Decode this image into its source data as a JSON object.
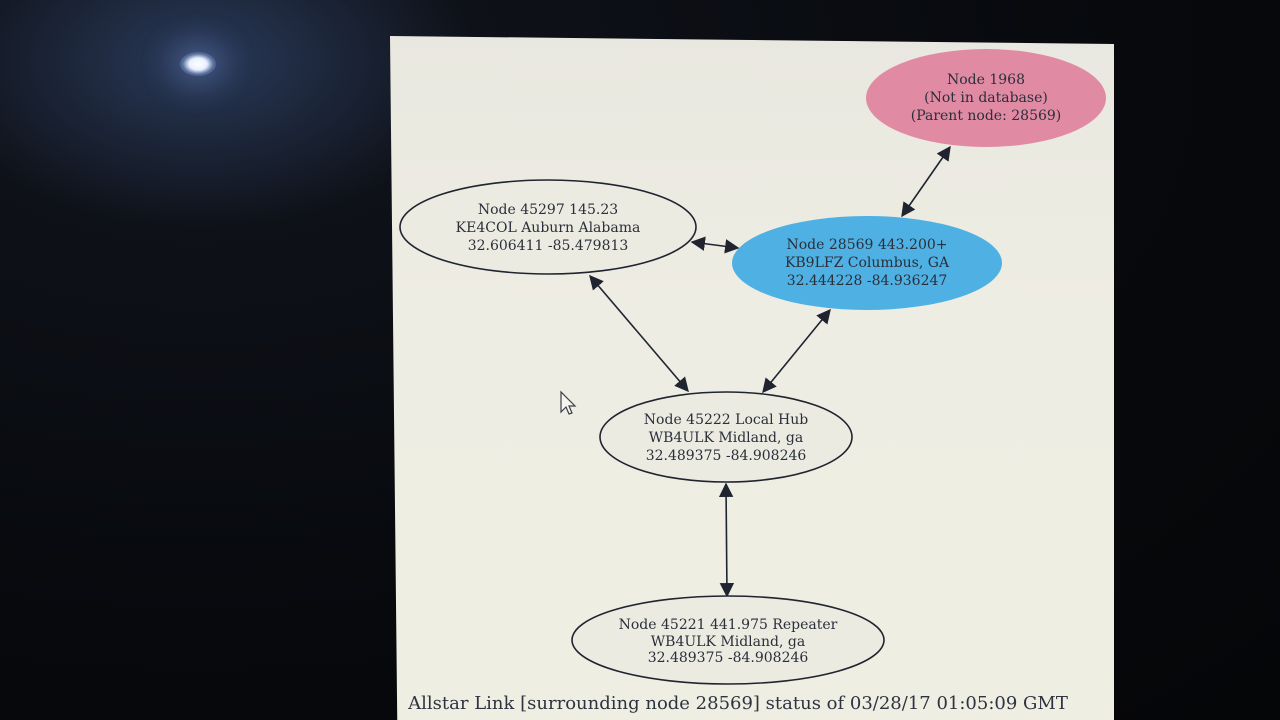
{
  "nodes": {
    "node_1968": {
      "line1": "Node 1968",
      "line2": "(Not in database)",
      "line3": "(Parent node: 28569)",
      "fill": "#e18aa3"
    },
    "node_45297": {
      "line1": "Node 45297 145.23",
      "line2": "KE4COL Auburn Alabama",
      "line3": "32.606411 -85.479813",
      "fill": "#ecebe1"
    },
    "node_28569": {
      "line1": "Node 28569 443.200+",
      "line2": "KB9LFZ Columbus, GA",
      "line3": "32.444228 -84.936247",
      "fill": "#4fb1e3"
    },
    "node_45222": {
      "line1": "Node 45222 Local Hub",
      "line2": "WB4ULK Midland, ga",
      "line3": "32.489375 -84.908246",
      "fill": "#ecebe1"
    },
    "node_45221": {
      "line1": "Node 45221 441.975 Repeater",
      "line2": "WB4ULK Midland, ga",
      "line3": "32.489375 -84.908246",
      "fill": "#ecebe1"
    }
  },
  "edges": [
    {
      "from": "node_28569",
      "to": "node_1968"
    },
    {
      "from": "node_45297",
      "to": "node_28569"
    },
    {
      "from": "node_45297",
      "to": "node_45222"
    },
    {
      "from": "node_28569",
      "to": "node_45222"
    },
    {
      "from": "node_45222",
      "to": "node_45221"
    }
  ],
  "status_line": "Allstar Link [surrounding node 28569] status of 03/28/17 01:05:09 GMT"
}
